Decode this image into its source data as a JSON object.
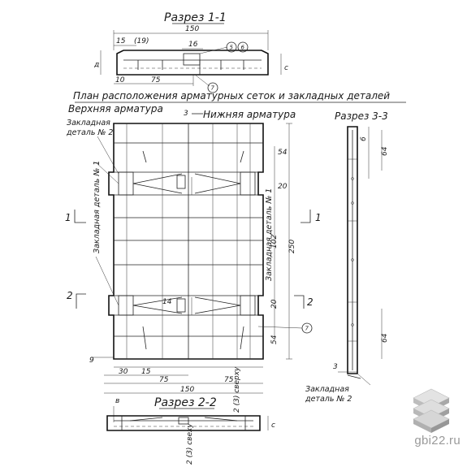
{
  "titles": {
    "section_1": "Разрез 1-1",
    "plan": "План расположения арматурных сеток и закладных деталей",
    "upper": "Верхняя арматура",
    "lower": "Нижняя арматура",
    "section_3": "Разрез 3-3",
    "section_2": "Разрез 2-2",
    "marker_3": "3"
  },
  "dims": {
    "top_150": "150",
    "d15": "15",
    "d19": "(19)",
    "d16": "16",
    "d10": "10",
    "d75": "75",
    "d_left": "д",
    "d_right": "с",
    "r54a": "54",
    "r20a": "20",
    "r102": "102",
    "r250": "250",
    "r20b": "20",
    "r54b": "54",
    "s64a": "64",
    "s6": "6",
    "s64b": "64",
    "s3": "3",
    "b9": "9",
    "b30": "30",
    "b15": "15",
    "b75a": "75",
    "b75b": "75",
    "b150": "150",
    "c14": "14",
    "sec2_d": "в",
    "sec2_c": "с",
    "sec2_top": "2 (3) сверху",
    "sec2_bot": "2 (3) свеху"
  },
  "callouts": {
    "c5": "5",
    "c6": "6",
    "c7a": "7",
    "c7b": "7"
  },
  "section_markers": {
    "m1_left": "1",
    "m1_right": "1",
    "m2_left": "2",
    "m2_right": "2"
  },
  "labels": {
    "zd2_line1": "Закладная",
    "zd2_line2": "деталь № 2",
    "zd1_left": "Закладная деталь № 1",
    "zd1_right": "Закладная деталь № 1",
    "sec3_zd_line1": "Закладная",
    "sec3_zd_line2": "деталь № 2"
  },
  "watermark": {
    "text": "gbi22.ru",
    "icon": "stacked-slabs-logo-icon"
  }
}
